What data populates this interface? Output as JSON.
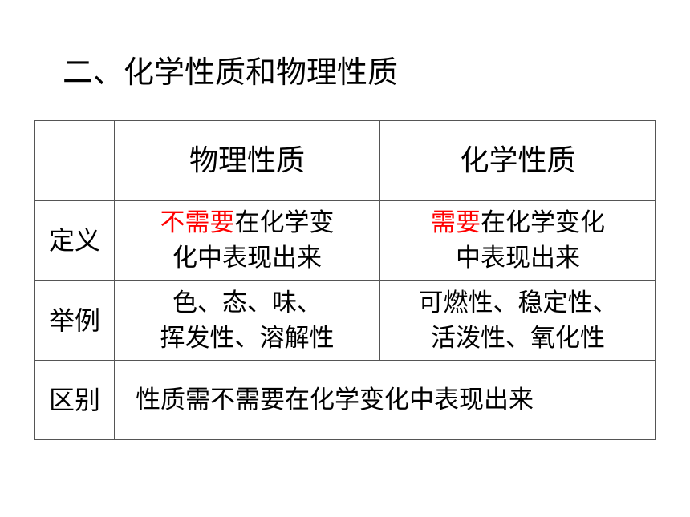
{
  "title": "二、化学性质和物理性质",
  "table": {
    "headers": [
      "",
      "物理性质",
      "化学性质"
    ],
    "rows": [
      {
        "label": "定义",
        "physical": {
          "highlight": "不需要",
          "rest_line1": "在化学变",
          "line2": "化中表现出来"
        },
        "chemical": {
          "highlight": "需要",
          "rest_line1": "在化学变化",
          "line2": "中表现出来"
        }
      },
      {
        "label": "举例",
        "physical": {
          "line1": "色、态、味、",
          "line2": "挥发性、溶解性"
        },
        "chemical": {
          "line1": "可燃性、稳定性、",
          "line2": "活泼性、氧化性"
        }
      },
      {
        "label": "区别",
        "text": "性质需不需要在化学变化中表现出来"
      }
    ]
  },
  "colors": {
    "highlight": "#ff0000",
    "text": "#000000",
    "border": "#555555"
  }
}
